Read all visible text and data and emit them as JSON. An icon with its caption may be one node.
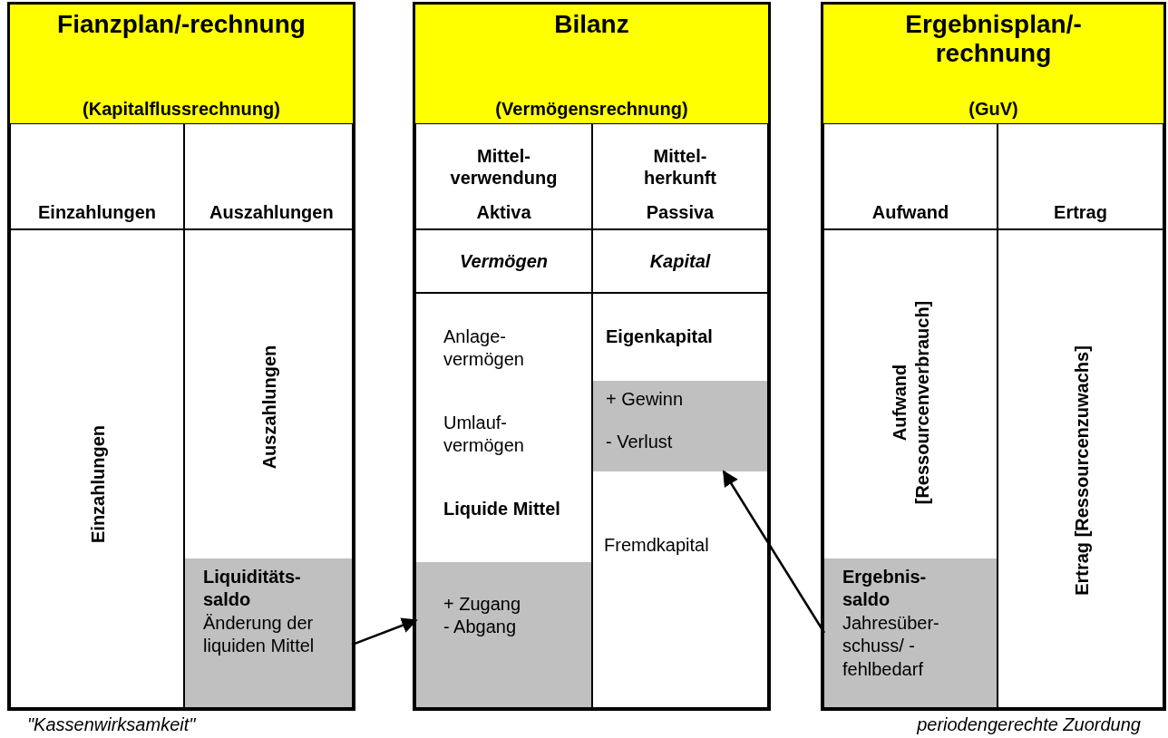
{
  "diagram": {
    "nodes": [
      {
        "text": [
          "Fianzplan/-rechnung",
          "(Kapitalflussrechnung)"
        ],
        "beside": [
          "\"Kassenwirksamkeit\""
        ]
      },
      {
        "text": [
          "Einzahlungen"
        ],
        "in": 0
      },
      {
        "text": [
          "Auszahlungen"
        ],
        "in": 0
      },
      {
        "text": [
          "Einzahlungen"
        ],
        "in": 0
      },
      {
        "text": [
          "Auszahlungen"
        ],
        "in": 0
      },
      {
        "text": [
          "Liquiditäts- saldo",
          "Änderung der liquiden Mittel"
        ],
        "in": 4
      },
      {
        "text": [
          "Bilanz",
          "(Vermögensrechnung)"
        ]
      },
      {
        "text": [
          "Mittel- verwendung",
          "Aktiva"
        ],
        "in": 6
      },
      {
        "text": [
          "Mittel- herkunft",
          "Passiva"
        ],
        "in": 6
      },
      {
        "text": [
          "Vermögen"
        ],
        "in": 6
      },
      {
        "text": [
          "Kapital"
        ],
        "in": 6
      },
      {
        "text": [
          "Anlage- vermögen",
          "Umlauf- vermögen",
          "Liquide Mittel"
        ],
        "in": 6
      },
      {
        "text": [
          "+ Zugang",
          "- Abgang"
        ],
        "in": 11
      },
      {
        "text": [
          "Eigenkapital",
          "Fremdkapital"
        ],
        "in": 6
      },
      {
        "text": [
          "+ Gewinn",
          "- Verlust"
        ],
        "in": 13
      },
      {
        "text": [
          "Ergebnisplan/- rechnung",
          "(GuV)"
        ],
        "beside": [
          "periodengerechte Zuordung"
        ]
      },
      {
        "text": [
          "Aufwand"
        ],
        "in": 15
      },
      {
        "text": [
          "Ertrag"
        ],
        "in": 15
      },
      {
        "text": [
          "Aufwand [Ressourcenverbrauch]"
        ],
        "in": 15
      },
      {
        "text": [
          "Ertrag [Ressourcenzuwachs]"
        ],
        "in": 15
      },
      {
        "text": [
          "Ergebnis- saldo",
          "Jahresüber- schuss/ - fehlbedarf"
        ],
        "in": 18
      }
    ],
    "edges": [
      {
        "from": 5,
        "to": 12,
        "arrow": "to"
      },
      {
        "from": 20,
        "to": 14,
        "arrow": "to"
      }
    ]
  }
}
